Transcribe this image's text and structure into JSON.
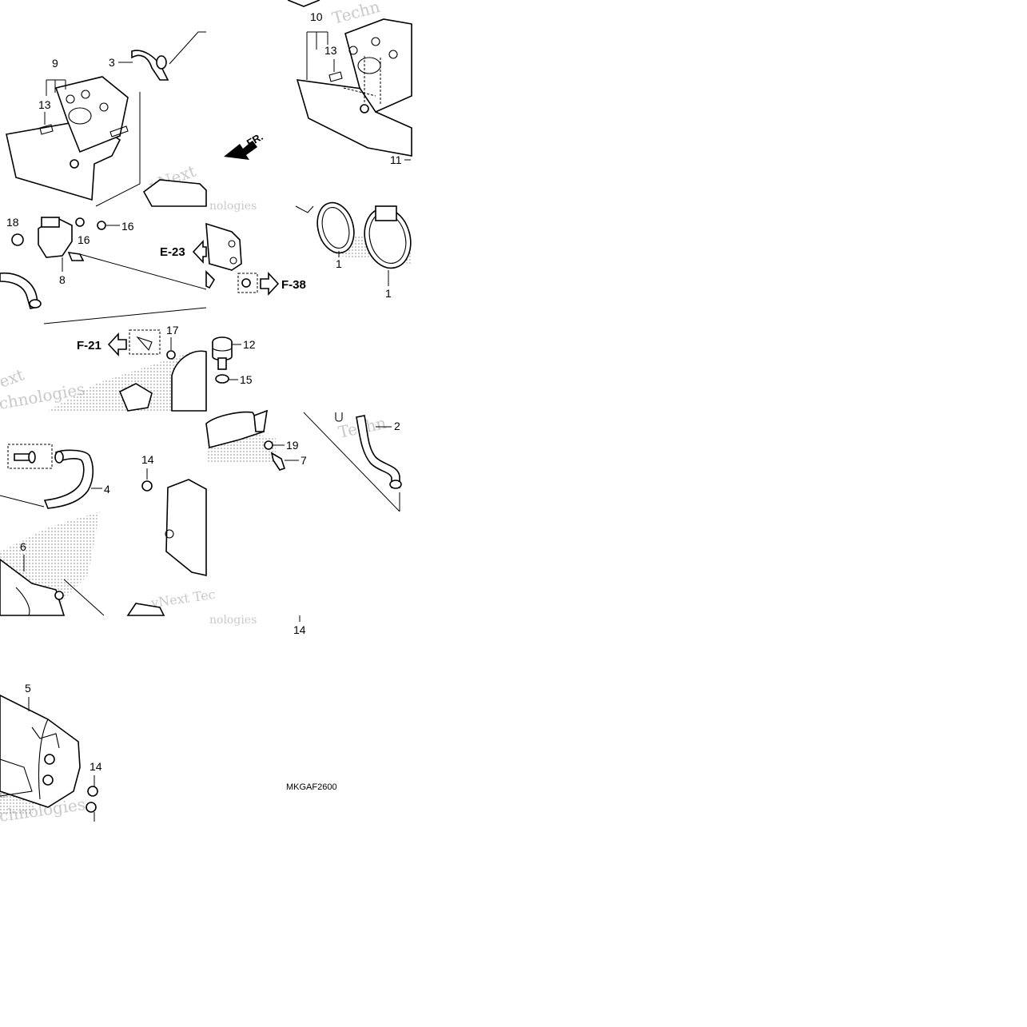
{
  "diagram": {
    "code": "MKGAF2600",
    "direction_label": "FR.",
    "callouts": {
      "c1a": "1",
      "c1b": "1",
      "c2": "2",
      "c3": "3",
      "c4": "4",
      "c5": "5",
      "c6": "6",
      "c7": "7",
      "c8": "8",
      "c9": "9",
      "c10": "10",
      "c11": "11",
      "c12": "12",
      "c13a": "13",
      "c13b": "13",
      "c14a": "14",
      "c14b": "14",
      "c14c": "14",
      "c15": "15",
      "c16a": "16",
      "c16b": "16",
      "c17": "17",
      "c18": "18",
      "c19": "19"
    },
    "references": {
      "e23": "E-23",
      "f38": "F-38",
      "f21": "F-21"
    },
    "watermarks": {
      "w1": "Techn",
      "w2": "vNext",
      "w3": "nologies",
      "w4": "ext",
      "w5": "chnologies",
      "w6": "vNext Tec",
      "w7": "nologies",
      "w8": "Techn",
      "w9": "chnologies",
      "w10": "ext"
    }
  }
}
